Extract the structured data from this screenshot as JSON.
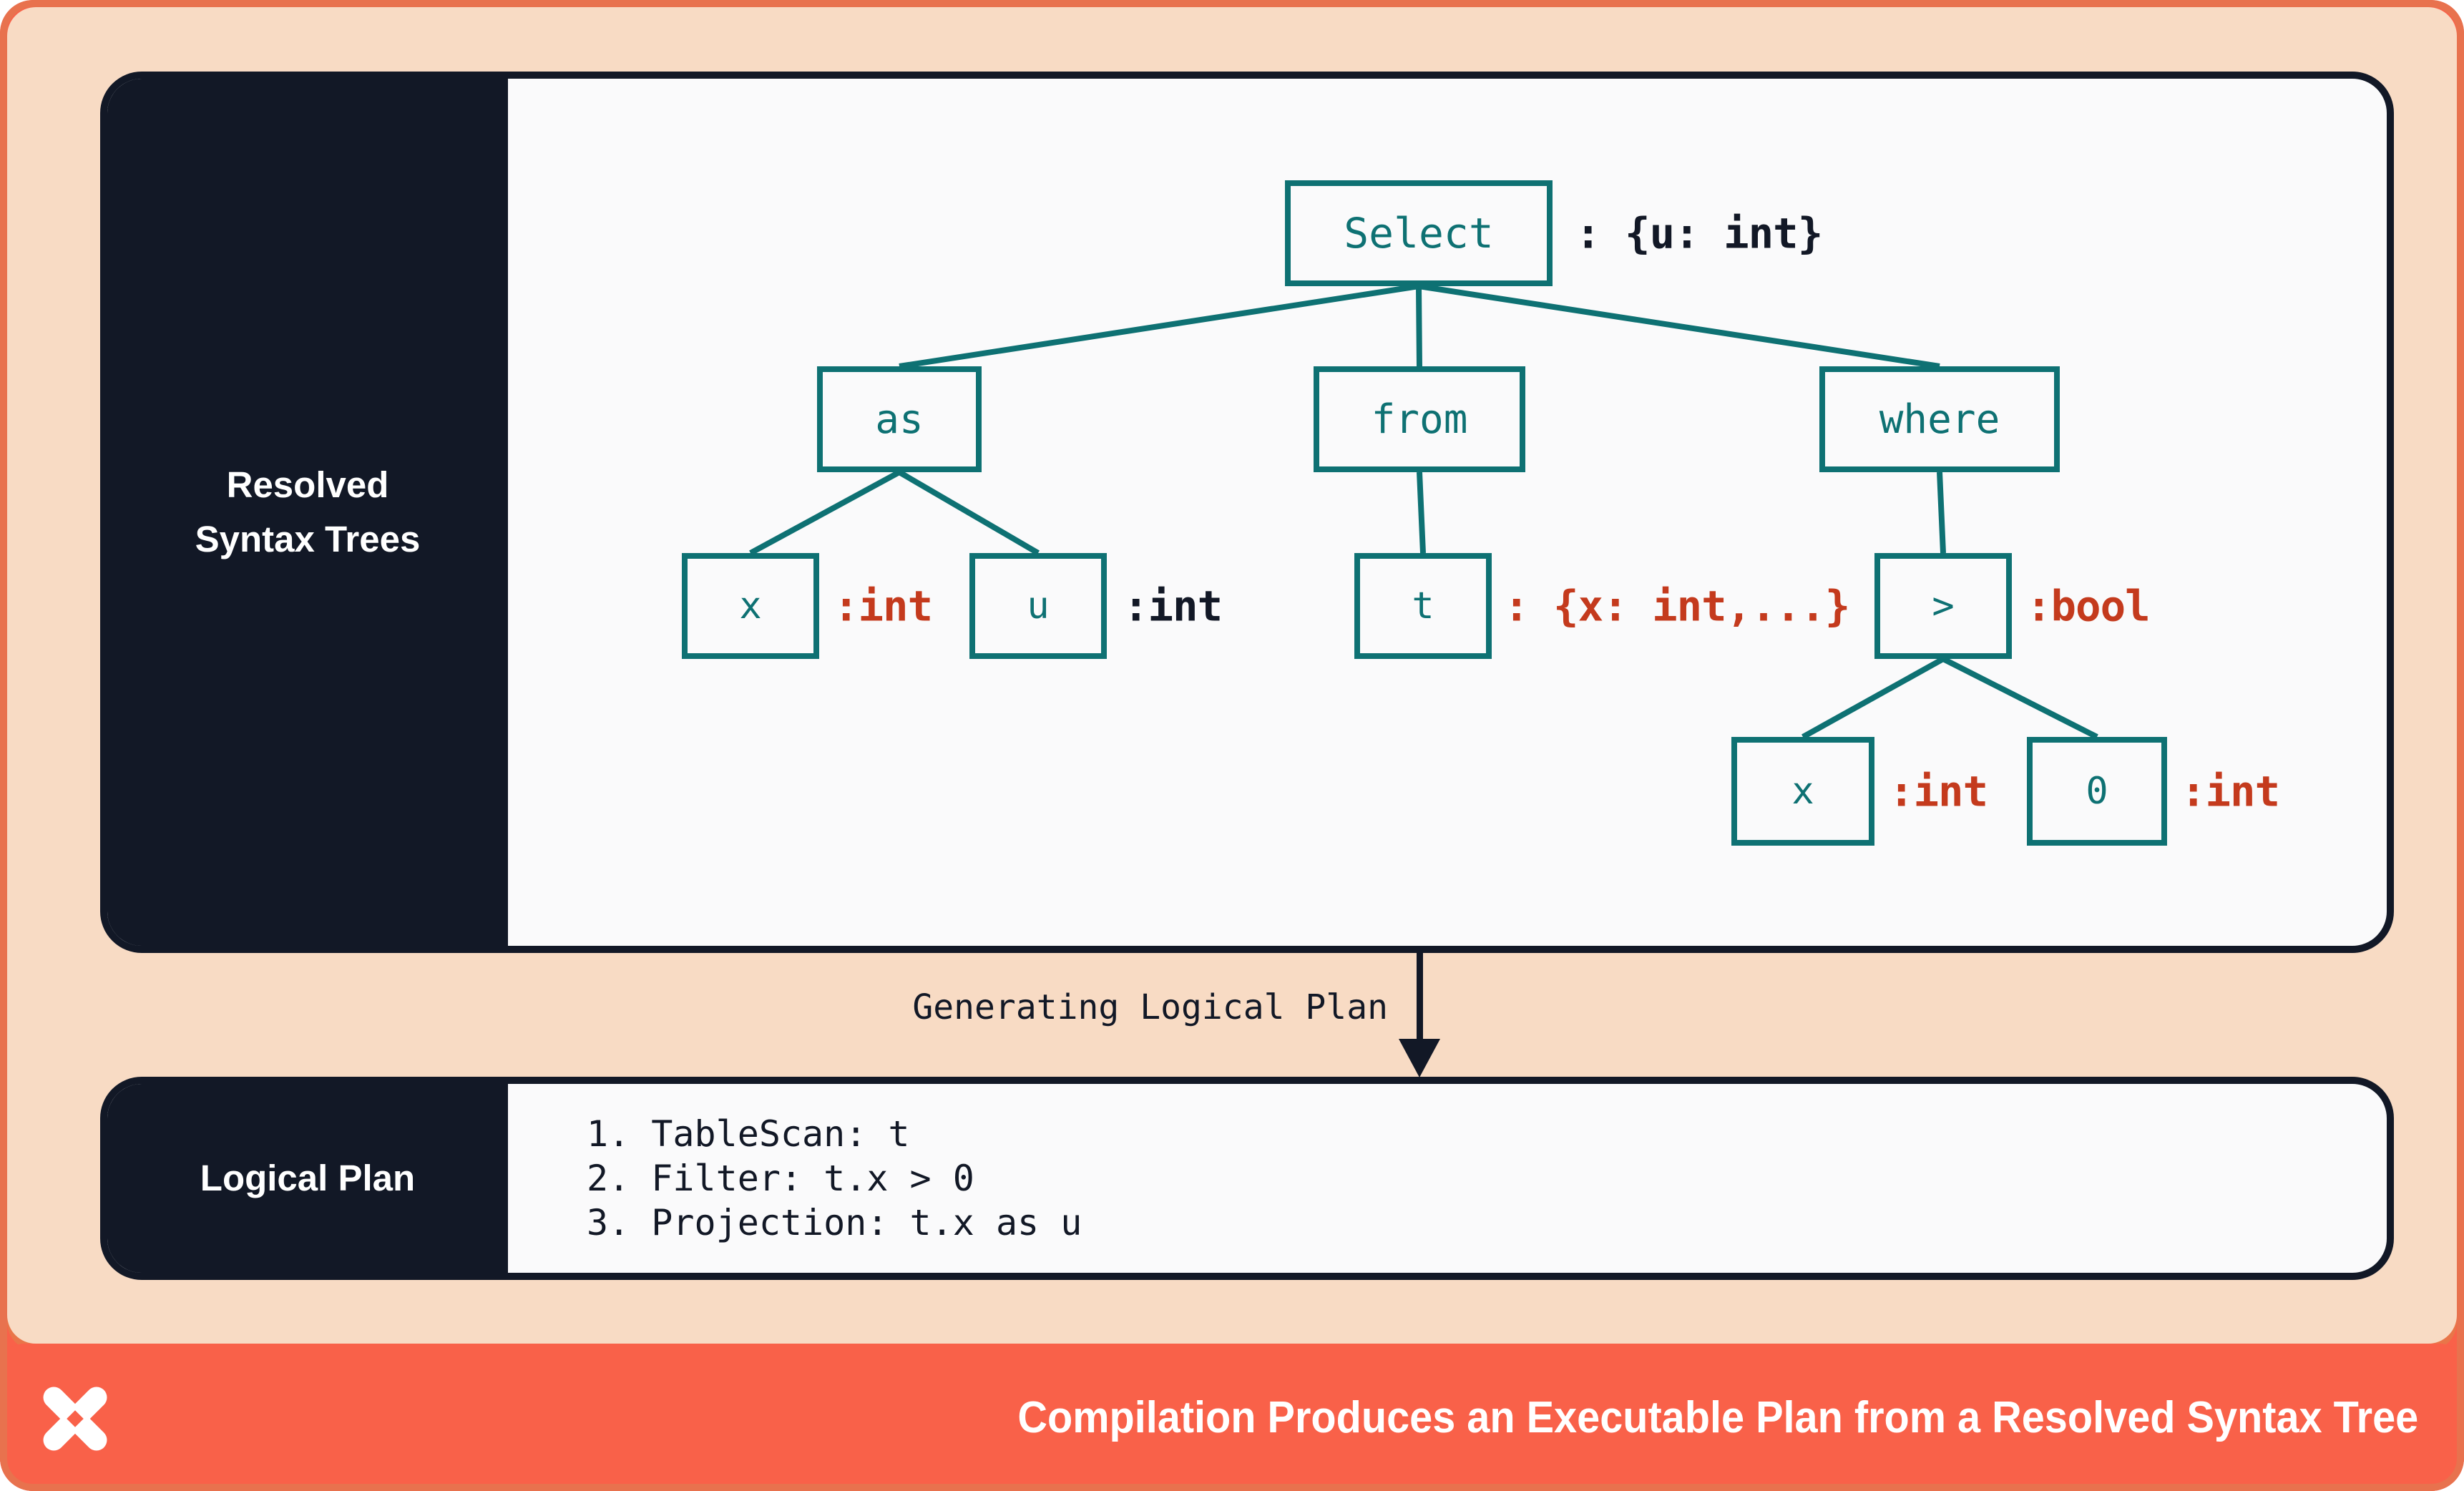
{
  "colors": {
    "frame_border": "#E8724E",
    "background_orange": "#F96149",
    "panel_peach": "#F8DBC4",
    "navy": "#121826",
    "card_background": "#FAFAFB",
    "teal": "#0E7173",
    "type_error_red": "#C43A1D",
    "white": "#FFFFFF"
  },
  "icons": {
    "footer_logo": "pinwheel-x",
    "transition_arrow": "arrow-down"
  },
  "syntax_card": {
    "sidebar_label_line1": "Resolved",
    "sidebar_label_line2": "Syntax Trees",
    "nodes": {
      "select": {
        "label": "Select",
        "annotation": ": {u: int}"
      },
      "as_kw": {
        "label": "as"
      },
      "from_kw": {
        "label": "from"
      },
      "where_kw": {
        "label": "where"
      },
      "x_alias": {
        "label": "x",
        "annotation": ":int"
      },
      "u_alias": {
        "label": "u",
        "annotation": ":int"
      },
      "t_table": {
        "label": "t",
        "annotation": ": {x: int,...}"
      },
      "gt_op": {
        "label": ">",
        "annotation": ":bool"
      },
      "x_operand": {
        "label": "x",
        "annotation": ":int"
      },
      "zero_operand": {
        "label": "0",
        "annotation": ":int"
      }
    }
  },
  "transition": {
    "label": "Generating Logical Plan"
  },
  "logical_plan_card": {
    "sidebar_label": "Logical Plan",
    "steps": [
      "1. TableScan: t",
      "2. Filter: t.x > 0",
      "3. Projection: t.x as u"
    ]
  },
  "footer": {
    "title": "Compilation Produces an Executable Plan from a Resolved Syntax Tree"
  }
}
